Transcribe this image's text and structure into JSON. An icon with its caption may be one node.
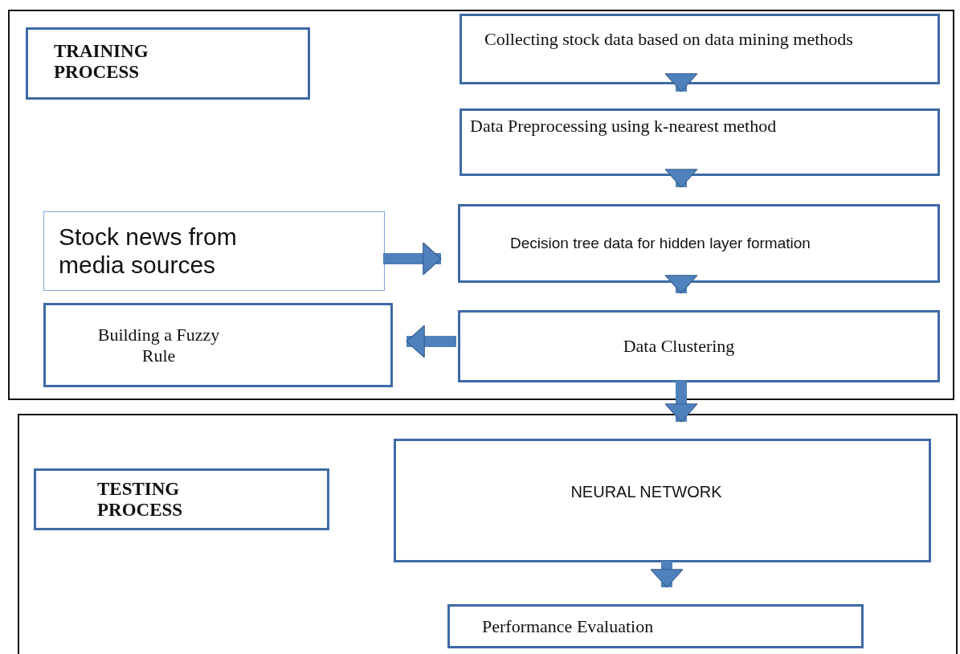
{
  "diagram": {
    "nodes": [
      {
        "text": [],
        "shape": "box"
      },
      {
        "text": [
          "TRAINING PROCESS"
        ],
        "in": 0
      },
      {
        "text": [
          "Collecting stock data based on data mining methods"
        ],
        "in": 0
      },
      {
        "text": [
          "Data Preprocessing using k-nearest method"
        ],
        "in": 0
      },
      {
        "text": [
          "Stock news from media sources"
        ],
        "in": 0
      },
      {
        "text": [
          "Decision tree data for hidden layer formation"
        ],
        "in": 0
      },
      {
        "text": [
          "Building a Fuzzy Rule"
        ],
        "in": 0
      },
      {
        "text": [
          "Data Clustering"
        ],
        "in": 0
      },
      {
        "text": [],
        "shape": "box"
      },
      {
        "text": [
          "TESTING PROCESS"
        ],
        "in": 8
      },
      {
        "text": [
          "NEURAL NETWORK"
        ],
        "in": 8
      },
      {
        "text": [
          "Performance Evaluation"
        ],
        "in": 8
      }
    ],
    "edges": [
      {
        "from": 2,
        "to": 3,
        "arrow": "to"
      },
      {
        "from": 3,
        "to": 5,
        "arrow": "to"
      },
      {
        "from": 4,
        "to": 5,
        "arrow": "to"
      },
      {
        "from": 5,
        "to": 7,
        "arrow": "to"
      },
      {
        "from": 7,
        "to": 6,
        "arrow": "to"
      },
      {
        "from": 7,
        "to": 10,
        "arrow": "to"
      },
      {
        "from": 10,
        "to": 11,
        "arrow": "to"
      }
    ]
  }
}
